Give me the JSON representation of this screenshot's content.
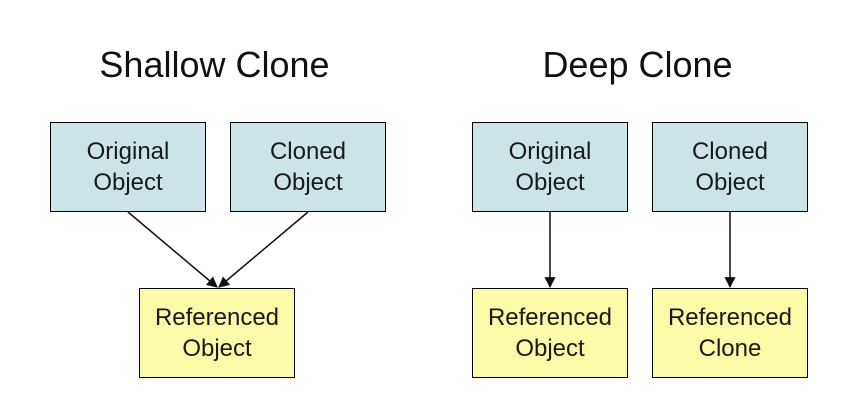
{
  "shallow": {
    "title": "Shallow Clone",
    "original": {
      "line1": "Original",
      "line2": "Object"
    },
    "cloned": {
      "line1": "Cloned",
      "line2": "Object"
    },
    "referenced": {
      "line1": "Referenced",
      "line2": "Object"
    }
  },
  "deep": {
    "title": "Deep Clone",
    "original": {
      "line1": "Original",
      "line2": "Object"
    },
    "cloned": {
      "line1": "Cloned",
      "line2": "Object"
    },
    "referenced_object": {
      "line1": "Referenced",
      "line2": "Object"
    },
    "referenced_clone": {
      "line1": "Referenced",
      "line2": "Clone"
    }
  },
  "colors": {
    "object_box": "#cce3e7",
    "reference_box": "#fafaa8",
    "border": "#000000",
    "arrow": "#111111"
  }
}
